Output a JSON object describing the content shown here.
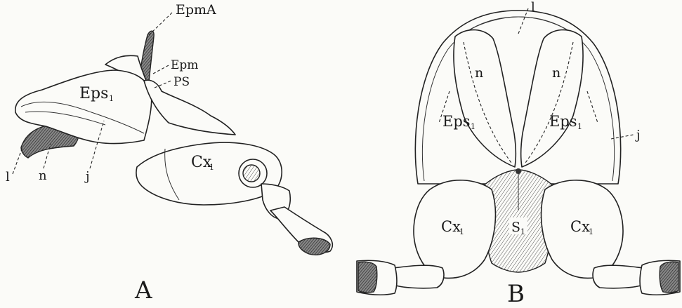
{
  "figure": {
    "panel_a": {
      "letter": "A",
      "labels": {
        "epma": "EpmA",
        "epm": "Epm",
        "ps": "PS",
        "eps": "Eps",
        "eps_sub": "1",
        "cx": "Cx",
        "cx_sub": "1",
        "l": "l",
        "n": "n",
        "j": "j"
      }
    },
    "panel_b": {
      "letter": "B",
      "labels": {
        "l": "l",
        "n_left": "n",
        "n_right": "n",
        "eps_left": "Eps",
        "eps_left_sub": "1",
        "eps_right": "Eps",
        "eps_right_sub": "1",
        "j": "j",
        "cx_left": "Cx",
        "cx_left_sub": "1",
        "cx_right": "Cx",
        "cx_right_sub": "1",
        "s": "S",
        "s_sub": "1"
      }
    }
  }
}
